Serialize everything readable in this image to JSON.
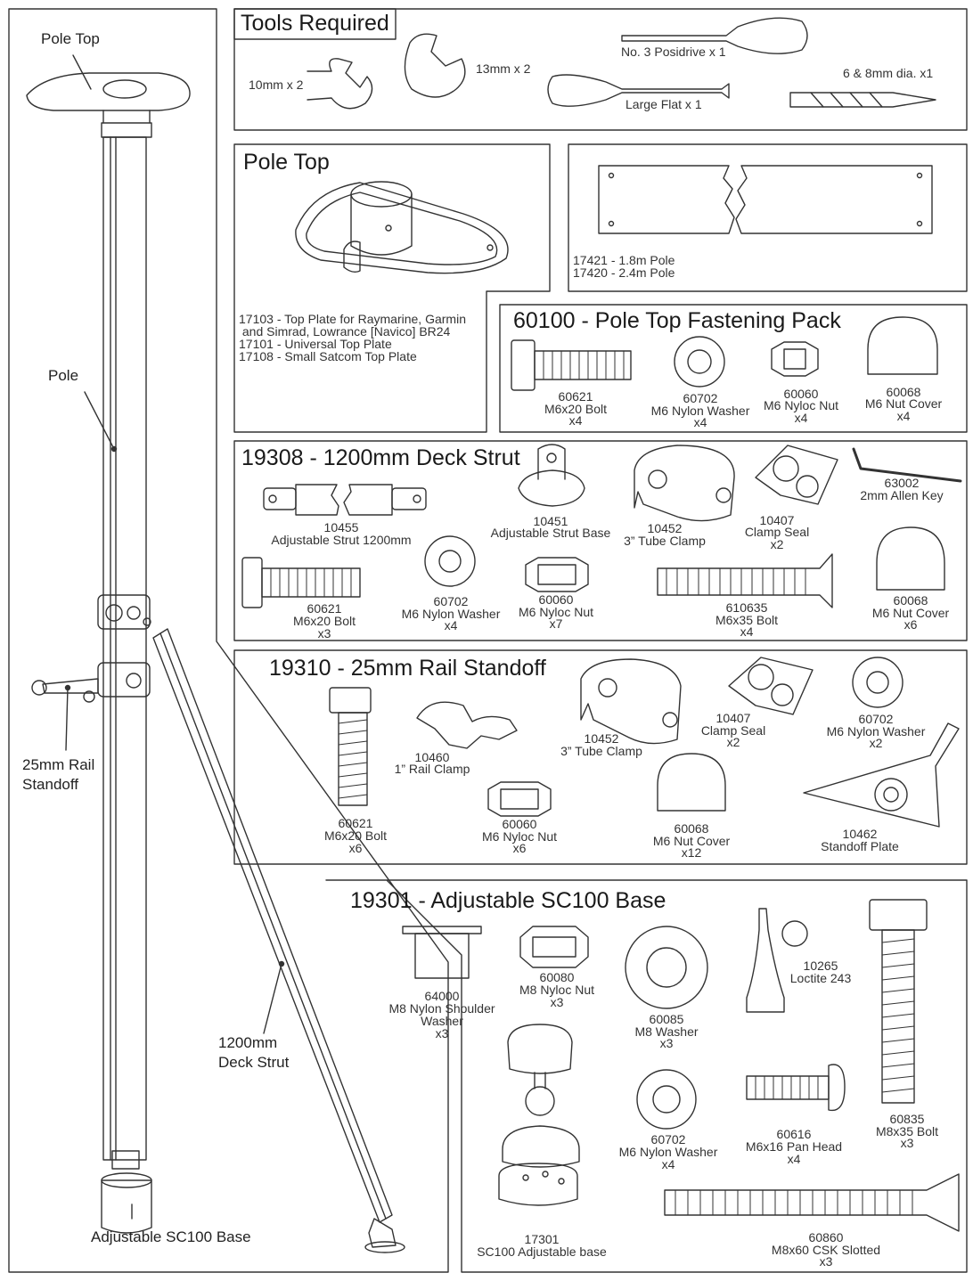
{
  "left_panel": {
    "pole_top": "Pole Top",
    "pole": "Pole",
    "rail_standoff": "25mm Rail\nStandoff",
    "deck_strut": "1200mm\nDeck Strut",
    "base": "Adjustable SC100 Base"
  },
  "tools": {
    "title": "Tools Required",
    "wrench_10": "10mm x 2",
    "wrench_13": "13mm x 2",
    "posidrive": "No. 3 Posidrive x 1",
    "flat": "Large Flat x 1",
    "drill": "6 & 8mm dia. x1"
  },
  "pole_top_box": {
    "title": "Pole Top",
    "lines": [
      "17103 - Top Plate for Raymarine, Garmin",
      " and Simrad, Lowrance [Navico] BR24",
      "17101 - Universal Top Plate",
      "17108 - Small Satcom Top Plate"
    ]
  },
  "pole_box": {
    "lines": [
      "17421 - 1.8m Pole",
      "17420 - 2.4m Pole"
    ]
  },
  "fastening_pack": {
    "title": "60100 - Pole Top Fastening Pack",
    "items": [
      {
        "code": "60621",
        "name": "M6x20 Bolt",
        "qty": "x4"
      },
      {
        "code": "60702",
        "name": "M6 Nylon Washer",
        "qty": "x4"
      },
      {
        "code": "60060",
        "name": "M6 Nyloc Nut",
        "qty": "x4"
      },
      {
        "code": "60068",
        "name": "M6 Nut Cover",
        "qty": "x4"
      }
    ]
  },
  "deck_strut": {
    "title": "19308 - 1200mm Deck Strut",
    "items": [
      {
        "code": "10455",
        "name": "Adjustable Strut 1200mm",
        "qty": ""
      },
      {
        "code": "10451",
        "name": "Adjustable Strut Base",
        "qty": ""
      },
      {
        "code": "10452",
        "name": "3” Tube Clamp",
        "qty": ""
      },
      {
        "code": "10407",
        "name": "Clamp Seal",
        "qty": "x2"
      },
      {
        "code": "63002",
        "name": "2mm Allen Key",
        "qty": ""
      },
      {
        "code": "60621",
        "name": "M6x20 Bolt",
        "qty": "x3"
      },
      {
        "code": "60702",
        "name": "M6 Nylon Washer",
        "qty": "x4"
      },
      {
        "code": "60060",
        "name": "M6 Nyloc Nut",
        "qty": "x7"
      },
      {
        "code": "610635",
        "name": "M6x35 Bolt",
        "qty": "x4"
      },
      {
        "code": "60068",
        "name": "M6 Nut Cover",
        "qty": "x6"
      }
    ]
  },
  "rail_standoff": {
    "title": "19310 - 25mm Rail Standoff",
    "items": [
      {
        "code": "60621",
        "name": "M6x20 Bolt",
        "qty": "x6"
      },
      {
        "code": "10460",
        "name": "1” Rail Clamp",
        "qty": ""
      },
      {
        "code": "10452",
        "name": "3” Tube Clamp",
        "qty": ""
      },
      {
        "code": "10407",
        "name": "Clamp Seal",
        "qty": "x2"
      },
      {
        "code": "60702",
        "name": "M6 Nylon Washer",
        "qty": "x2"
      },
      {
        "code": "60060",
        "name": "M6 Nyloc Nut",
        "qty": "x6"
      },
      {
        "code": "60068",
        "name": "M6 Nut Cover",
        "qty": "x12"
      },
      {
        "code": "10462",
        "name": "Standoff Plate",
        "qty": ""
      }
    ]
  },
  "sc100_base": {
    "title": "19301 - Adjustable SC100 Base",
    "items": [
      {
        "code": "64000",
        "name": "M8 Nylon Shoulder\nWasher",
        "qty": "x3"
      },
      {
        "code": "60080",
        "name": "M8 Nyloc Nut",
        "qty": "x3"
      },
      {
        "code": "60085",
        "name": "M8 Washer",
        "qty": "x3"
      },
      {
        "code": "10265",
        "name": "Loctite 243",
        "qty": ""
      },
      {
        "code": "60835",
        "name": "M8x35 Bolt",
        "qty": "x3"
      },
      {
        "code": "17301",
        "name": "SC100 Adjustable base",
        "qty": ""
      },
      {
        "code": "60702",
        "name": "M6 Nylon Washer",
        "qty": "x4"
      },
      {
        "code": "60616",
        "name": "M6x16 Pan Head",
        "qty": "x4"
      },
      {
        "code": "60860",
        "name": "M8x60 CSK Slotted",
        "qty": "x3"
      }
    ]
  }
}
